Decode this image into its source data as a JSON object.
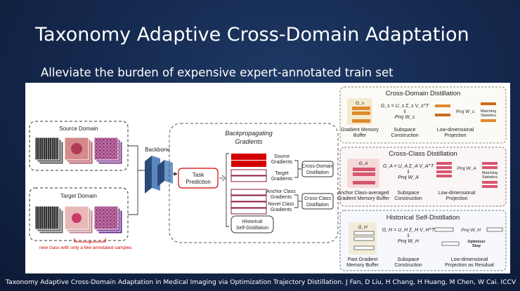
{
  "slide": {
    "title": "Taxonomy Adaptive Cross-Domain Adaptation",
    "subtitle": "Alleviate the burden of expensive expert-annotated train set",
    "citation": "Taxonomy Adaptive Cross-Domain Adaptation in Medical Imaging via Optimization Trajectory Distillation. J Fan, D Liu, H Chang, H Huang, M Chen, W Cai. ICCV"
  },
  "diagram": {
    "source_domain": "Source Domain",
    "target_domain": "Target Domain",
    "new_class_note": "new class with only a few annotated samples",
    "backbone": "Backbone",
    "task_prediction": "Task Prediction",
    "backprop_title_1": "Backpropagating",
    "backprop_title_2": "Gradients",
    "source_gradients_1": "Source",
    "source_gradients_2": "Gradients",
    "target_gradients_1": "Target",
    "target_gradients_2": "Gradients",
    "anchor_gradients_1": "Anchor Class",
    "anchor_gradients_2": "Gradients",
    "novel_gradients_1": "Novel Class",
    "novel_gradients_2": "Gradients",
    "cd_distill_1": "Cross-Domain",
    "cd_distill_2": "Distillation",
    "cc_distill_1": "Cross-Class",
    "cc_distill_2": "Distillation",
    "hist_1": "Historical",
    "hist_2": "Self-Distillation",
    "colors": {
      "red": "#d40000",
      "purple": "#6a2c70",
      "navy": "#1f3a66",
      "orange": "#e08a2a",
      "pink": "#d7566f",
      "blue": "#3b6da8"
    }
  },
  "panels": {
    "cross_domain": {
      "title": "Cross-Domain Distillation",
      "buffer_symbol": "G_s",
      "buffer_label_1": "Gradient Memory",
      "buffer_label_2": "Buffer",
      "formula": "G_s = U_s Σ_s V_s^T",
      "proj": "Proj W_s",
      "subspace_1": "Subspace",
      "subspace_2": "Construction",
      "proj_op": "Proj W_s",
      "lowdim_1": "Low-dimensional",
      "lowdim_2": "Projection",
      "matching_1": "Matching",
      "matching_2": "Statistics"
    },
    "cross_class": {
      "title": "Cross-Class Distillation",
      "buffer_symbol": "G_A",
      "buffer_label_1": "Anchor Class-averaged",
      "buffer_label_2": "Gradient Memory Buffer",
      "formula": "G_A = U_A Σ_A V_A^T",
      "proj": "Proj W_A",
      "subspace_1": "Subspace",
      "subspace_2": "Construction",
      "proj_op": "Proj W_A",
      "lowdim_1": "Low-dimensional",
      "lowdim_2": "Projection",
      "matching_1": "Matching",
      "matching_2": "Statistics"
    },
    "historical": {
      "title": "Historical Self-Distillation",
      "buffer_symbol": "G_H",
      "buffer_label_1": "Past Gradient",
      "buffer_label_2": "Memory Buffer",
      "formula": "G_H = U_H Σ_H V_H^T",
      "proj": "Proj W_H",
      "subspace_1": "Subspace",
      "subspace_2": "Construction",
      "proj_op": "Proj W_H",
      "optimizer_1": "Optimizer",
      "optimizer_2": "Step",
      "lowdim_1": "Low-dimensional",
      "lowdim_2": "Projection as Residual"
    }
  }
}
